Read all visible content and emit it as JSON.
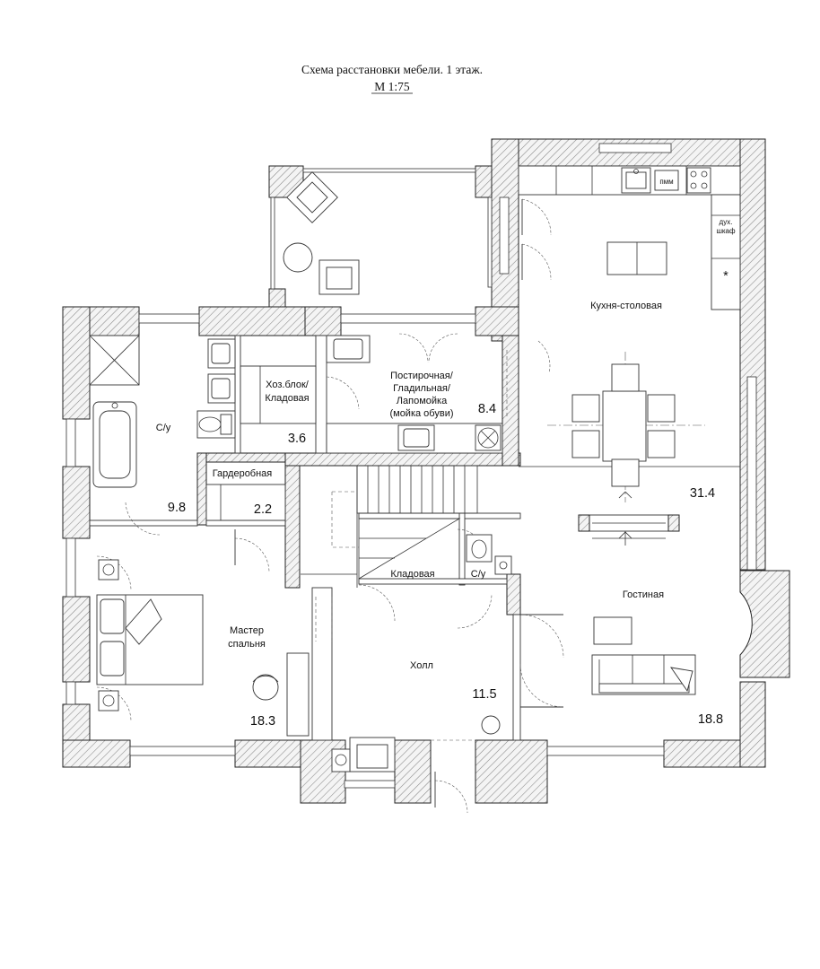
{
  "header": {
    "title": "Схема расстановки мебели. 1 этаж.",
    "scale": "М 1:75"
  },
  "rooms": {
    "bath_main": {
      "name": "С/у",
      "area": "9.8"
    },
    "storage_utility": {
      "name_line1": "Хоз.блок/",
      "name_line2": "Кладовая",
      "area": "3.6"
    },
    "laundry": {
      "name_line1": "Постирочная/",
      "name_line2": "Гладильная/",
      "name_line3": "Лапомойка",
      "name_line4": "(мойка обуви)",
      "area": "8.4"
    },
    "wardrobe": {
      "name": "Гардеробная",
      "area": "2.2"
    },
    "kitchen_dining": {
      "name": "Кухня-столовая",
      "area": "31.4"
    },
    "pantry": {
      "name": "Кладовая"
    },
    "bath_small": {
      "name": "С/у"
    },
    "living": {
      "name": "Гостиная",
      "area": "18.8"
    },
    "master_bedroom": {
      "name_line1": "Мастер",
      "name_line2": "спальня",
      "area": "18.3"
    },
    "hall": {
      "name": "Холл",
      "area": "11.5"
    }
  },
  "appliances": {
    "dishwasher": "пмм",
    "oven_line1": "дух.",
    "oven_line2": "шкаф",
    "fridge_mark": "*"
  }
}
